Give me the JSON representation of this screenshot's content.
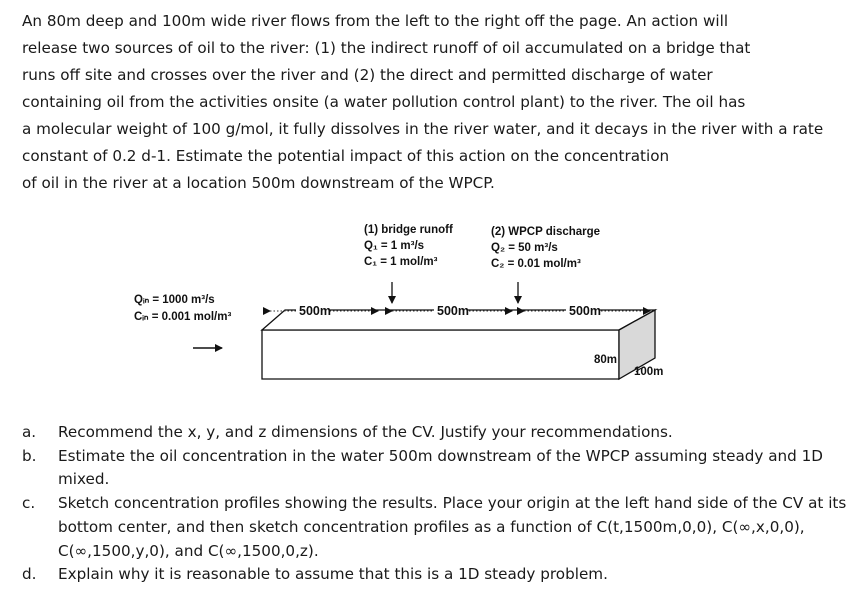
{
  "problem": {
    "lines": [
      "An 80m deep and 100m wide river flows from the left to the right off the page. An action will",
      "release two sources of oil to the river: (1) the indirect runoff of oil accumulated on a bridge that",
      "runs off site and crosses over the river and (2) the direct and permitted discharge of water",
      "containing oil from the activities onsite (a water pollution control plant) to the river. The oil has",
      "a molecular weight of 100 g/mol, it fully dissolves in the river water, and it decays in the river with a rate",
      "constant of 0.2 d-1. Estimate the potential impact of this action on the concentration",
      "of oil in the river at a location 500m downstream of the WPCP."
    ]
  },
  "diagram": {
    "source1": {
      "title": "(1) bridge runoff",
      "q": "Q₁ = 1 m³/s",
      "c": "C₁ = 1 mol/m³"
    },
    "source2": {
      "title": "(2) WPCP discharge",
      "q": "Q₂ = 50 m³/s",
      "c": "C₂ = 0.01 mol/m³"
    },
    "inflow": {
      "q": "Qᵢₙ = 1000 m³/s",
      "c": "Cᵢₙ = 0.001 mol/m³"
    },
    "segments": [
      "500m",
      "500m",
      "500m"
    ],
    "depth": "80m",
    "width": "100m"
  },
  "questions": [
    {
      "letter": "a.",
      "text": "Recommend the x, y, and z dimensions of the CV. Justify your recommendations."
    },
    {
      "letter": "b.",
      "text": "Estimate the oil concentration in the water 500m downstream of the WPCP assuming steady and 1D mixed."
    },
    {
      "letter": "c.",
      "text": "Sketch concentration profiles showing the results. Place your origin at the left hand side of the CV at its bottom center, and then sketch concentration profiles as a function of C(t,1500m,0,0), C(∞,x,0,0), C(∞,1500,y,0), and C(∞,1500,0,z)."
    },
    {
      "letter": "d.",
      "text": "Explain why it is reasonable to assume that this is a 1D steady problem."
    }
  ]
}
